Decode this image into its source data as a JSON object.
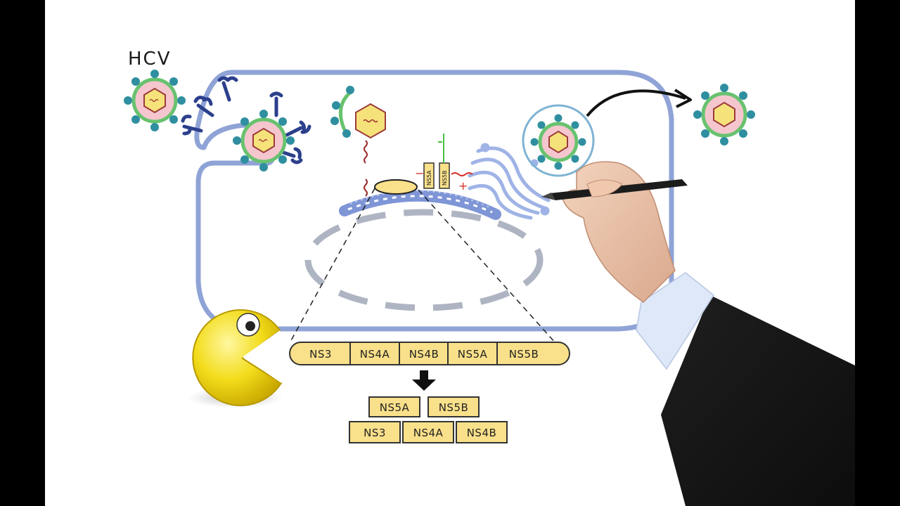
{
  "title": "HCV",
  "colors": {
    "cell_membrane": "#8fa3d6",
    "nucleus": "#aeb4c2",
    "capsid_fill": "#f6c6cf",
    "capsid_core": "#f6e27a",
    "envelope": "#68c26f",
    "spike": "#2f8fa0",
    "receptor": "#2b3f8c",
    "protein_box": "#f9e08a",
    "protein_border": "#333333",
    "pacman": "#f2dc1a"
  },
  "polyprotein": [
    "NS3",
    "NS4A",
    "NS4B",
    "NS5A",
    "NS5B"
  ],
  "cleaved_top": [
    "NS5A",
    "NS5B"
  ],
  "cleaved_bottom": [
    "NS3",
    "NS4A",
    "NS4B"
  ],
  "membrane_proteins": [
    "NS5A",
    "NS5B"
  ],
  "signs": {
    "plus": "+",
    "minus": "−"
  }
}
